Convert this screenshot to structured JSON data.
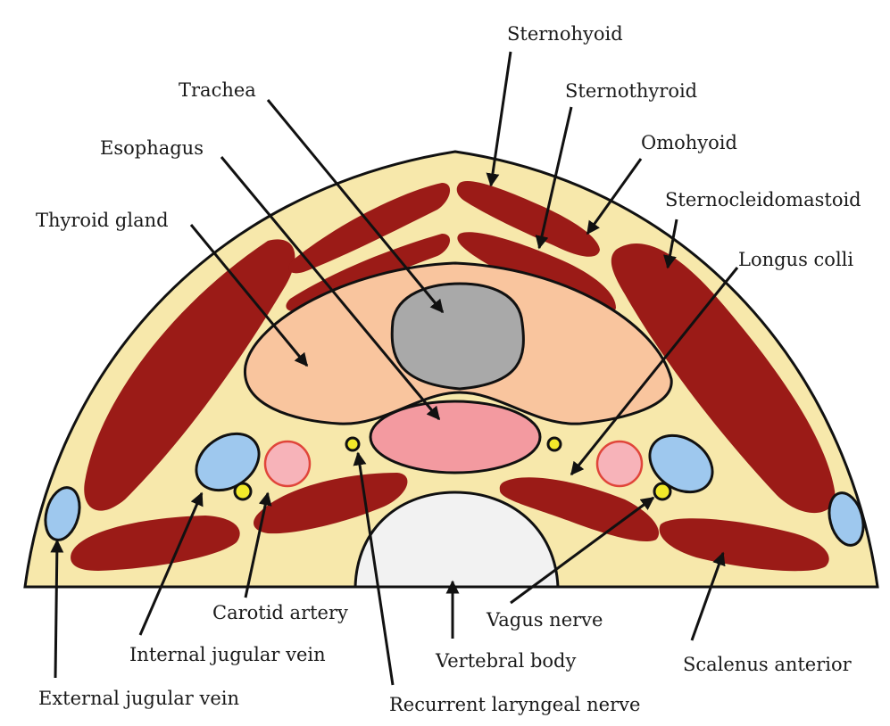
{
  "labels": {
    "sternohyoid": "Sternohyoid",
    "trachea": "Trachea",
    "sternothyroid": "Sternothyroid",
    "omohyoid": "Omohyoid",
    "esophagus": "Esophagus",
    "sternocleidomastoid": "Sternocleidomastoid",
    "thyroid_gland": "Thyroid gland",
    "longus_colli": "Longus colli",
    "carotid_artery": "Carotid artery",
    "vagus_nerve": "Vagus nerve",
    "internal_jugular_vein": "Internal jugular vein",
    "vertebral_body": "Vertebral body",
    "scalenus_anterior": "Scalenus anterior",
    "external_jugular_vein": "External jugular vein",
    "recurrent_laryngeal_nerve": "Recurrent laryngeal nerve"
  },
  "colors": {
    "background_tissue": "#f7e8ab",
    "muscle": "#9b1b17",
    "thyroid": "#f9c59e",
    "trachea": "#a9a9a9",
    "esophagus": "#f39aa0",
    "vein": "#9ec8ee",
    "artery": "#f7b3b9",
    "artery_border": "#e0453a",
    "nerve": "#f2ea2a",
    "bone": "#f2f2f2"
  }
}
